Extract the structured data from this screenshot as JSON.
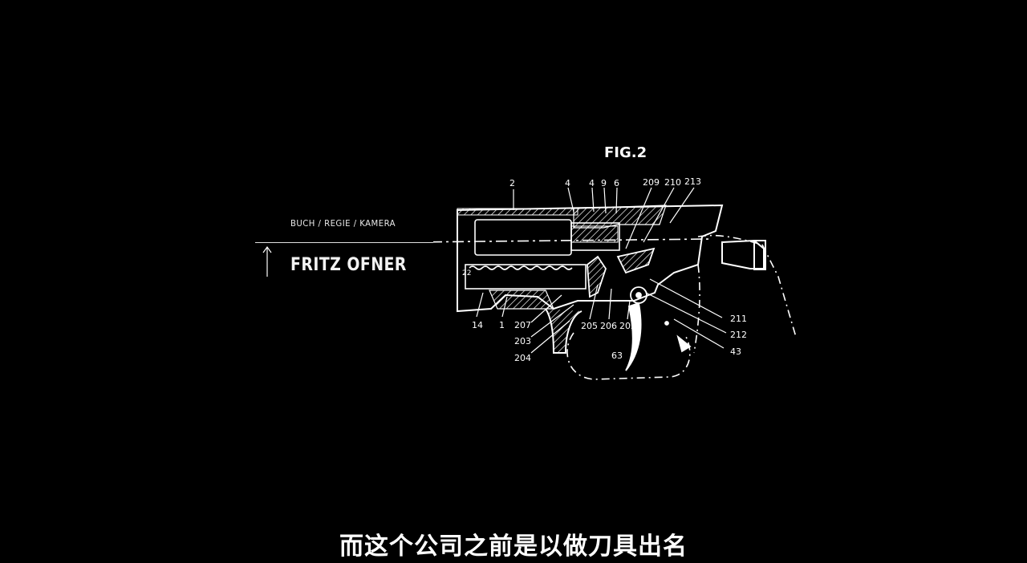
{
  "credits": {
    "role": "BUCH / REGIE / KAMERA",
    "name": "FRITZ OFNER"
  },
  "figure": {
    "title": "FIG.2",
    "labels": {
      "l2": "2",
      "l4a": "4",
      "l4b": "4",
      "l9": "9",
      "l6": "6",
      "l209": "209",
      "l210": "210",
      "l213": "213",
      "l14": "14",
      "l1": "1",
      "l207": "207",
      "l203": "203",
      "l204": "204",
      "l205": "205",
      "l206": "206",
      "l202": "202",
      "l63": "63",
      "l211": "211",
      "l212": "212",
      "l43": "43"
    }
  },
  "subtitle": {
    "text": "而这个公司之前是以做刀具出名"
  },
  "colors": {
    "background": "#000000",
    "foreground": "#ffffff"
  }
}
